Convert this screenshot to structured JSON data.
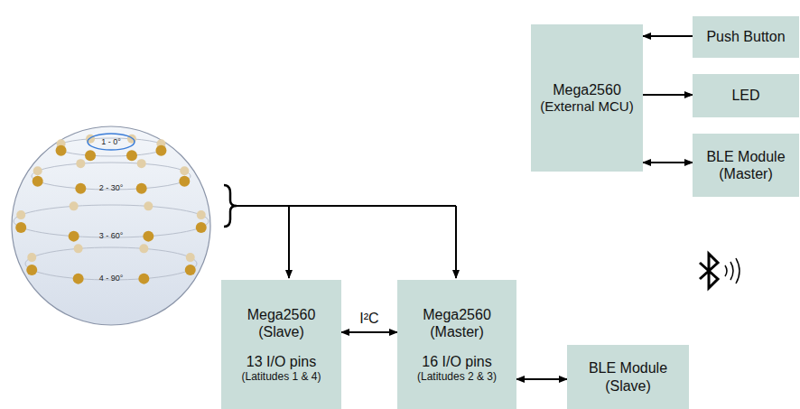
{
  "diagram": {
    "nodes": [
      {
        "text": [
          "Mega2560",
          "(External MCU)"
        ]
      },
      {
        "text": [
          "Push Button"
        ]
      },
      {
        "text": [
          "LED"
        ]
      },
      {
        "text": [
          "BLE Module (Master)"
        ]
      },
      {
        "text": [
          "Mega2560",
          "(Slave)",
          "13 I/O pins",
          "(Latitudes 1 & 4)"
        ]
      },
      {
        "text": [
          "Mega2560",
          "(Master)",
          "16 I/O pins",
          "(Latitudes 2 & 3)"
        ]
      },
      {
        "text": [
          "BLE Module (Slave)"
        ]
      }
    ],
    "edges": [
      {
        "from": 1,
        "to": 0,
        "arrow": "to"
      },
      {
        "from": 0,
        "to": 2,
        "arrow": "to"
      },
      {
        "from": 0,
        "to": 3,
        "arrow": "both"
      },
      {
        "from": 4,
        "to": 5,
        "label": "I²C",
        "arrow": "both"
      },
      {
        "from": 5,
        "to": 6,
        "arrow": "both"
      }
    ],
    "labels": [
      "1 - 0°",
      "2 - 30°",
      "3 - 60°",
      "4 - 90°"
    ]
  }
}
